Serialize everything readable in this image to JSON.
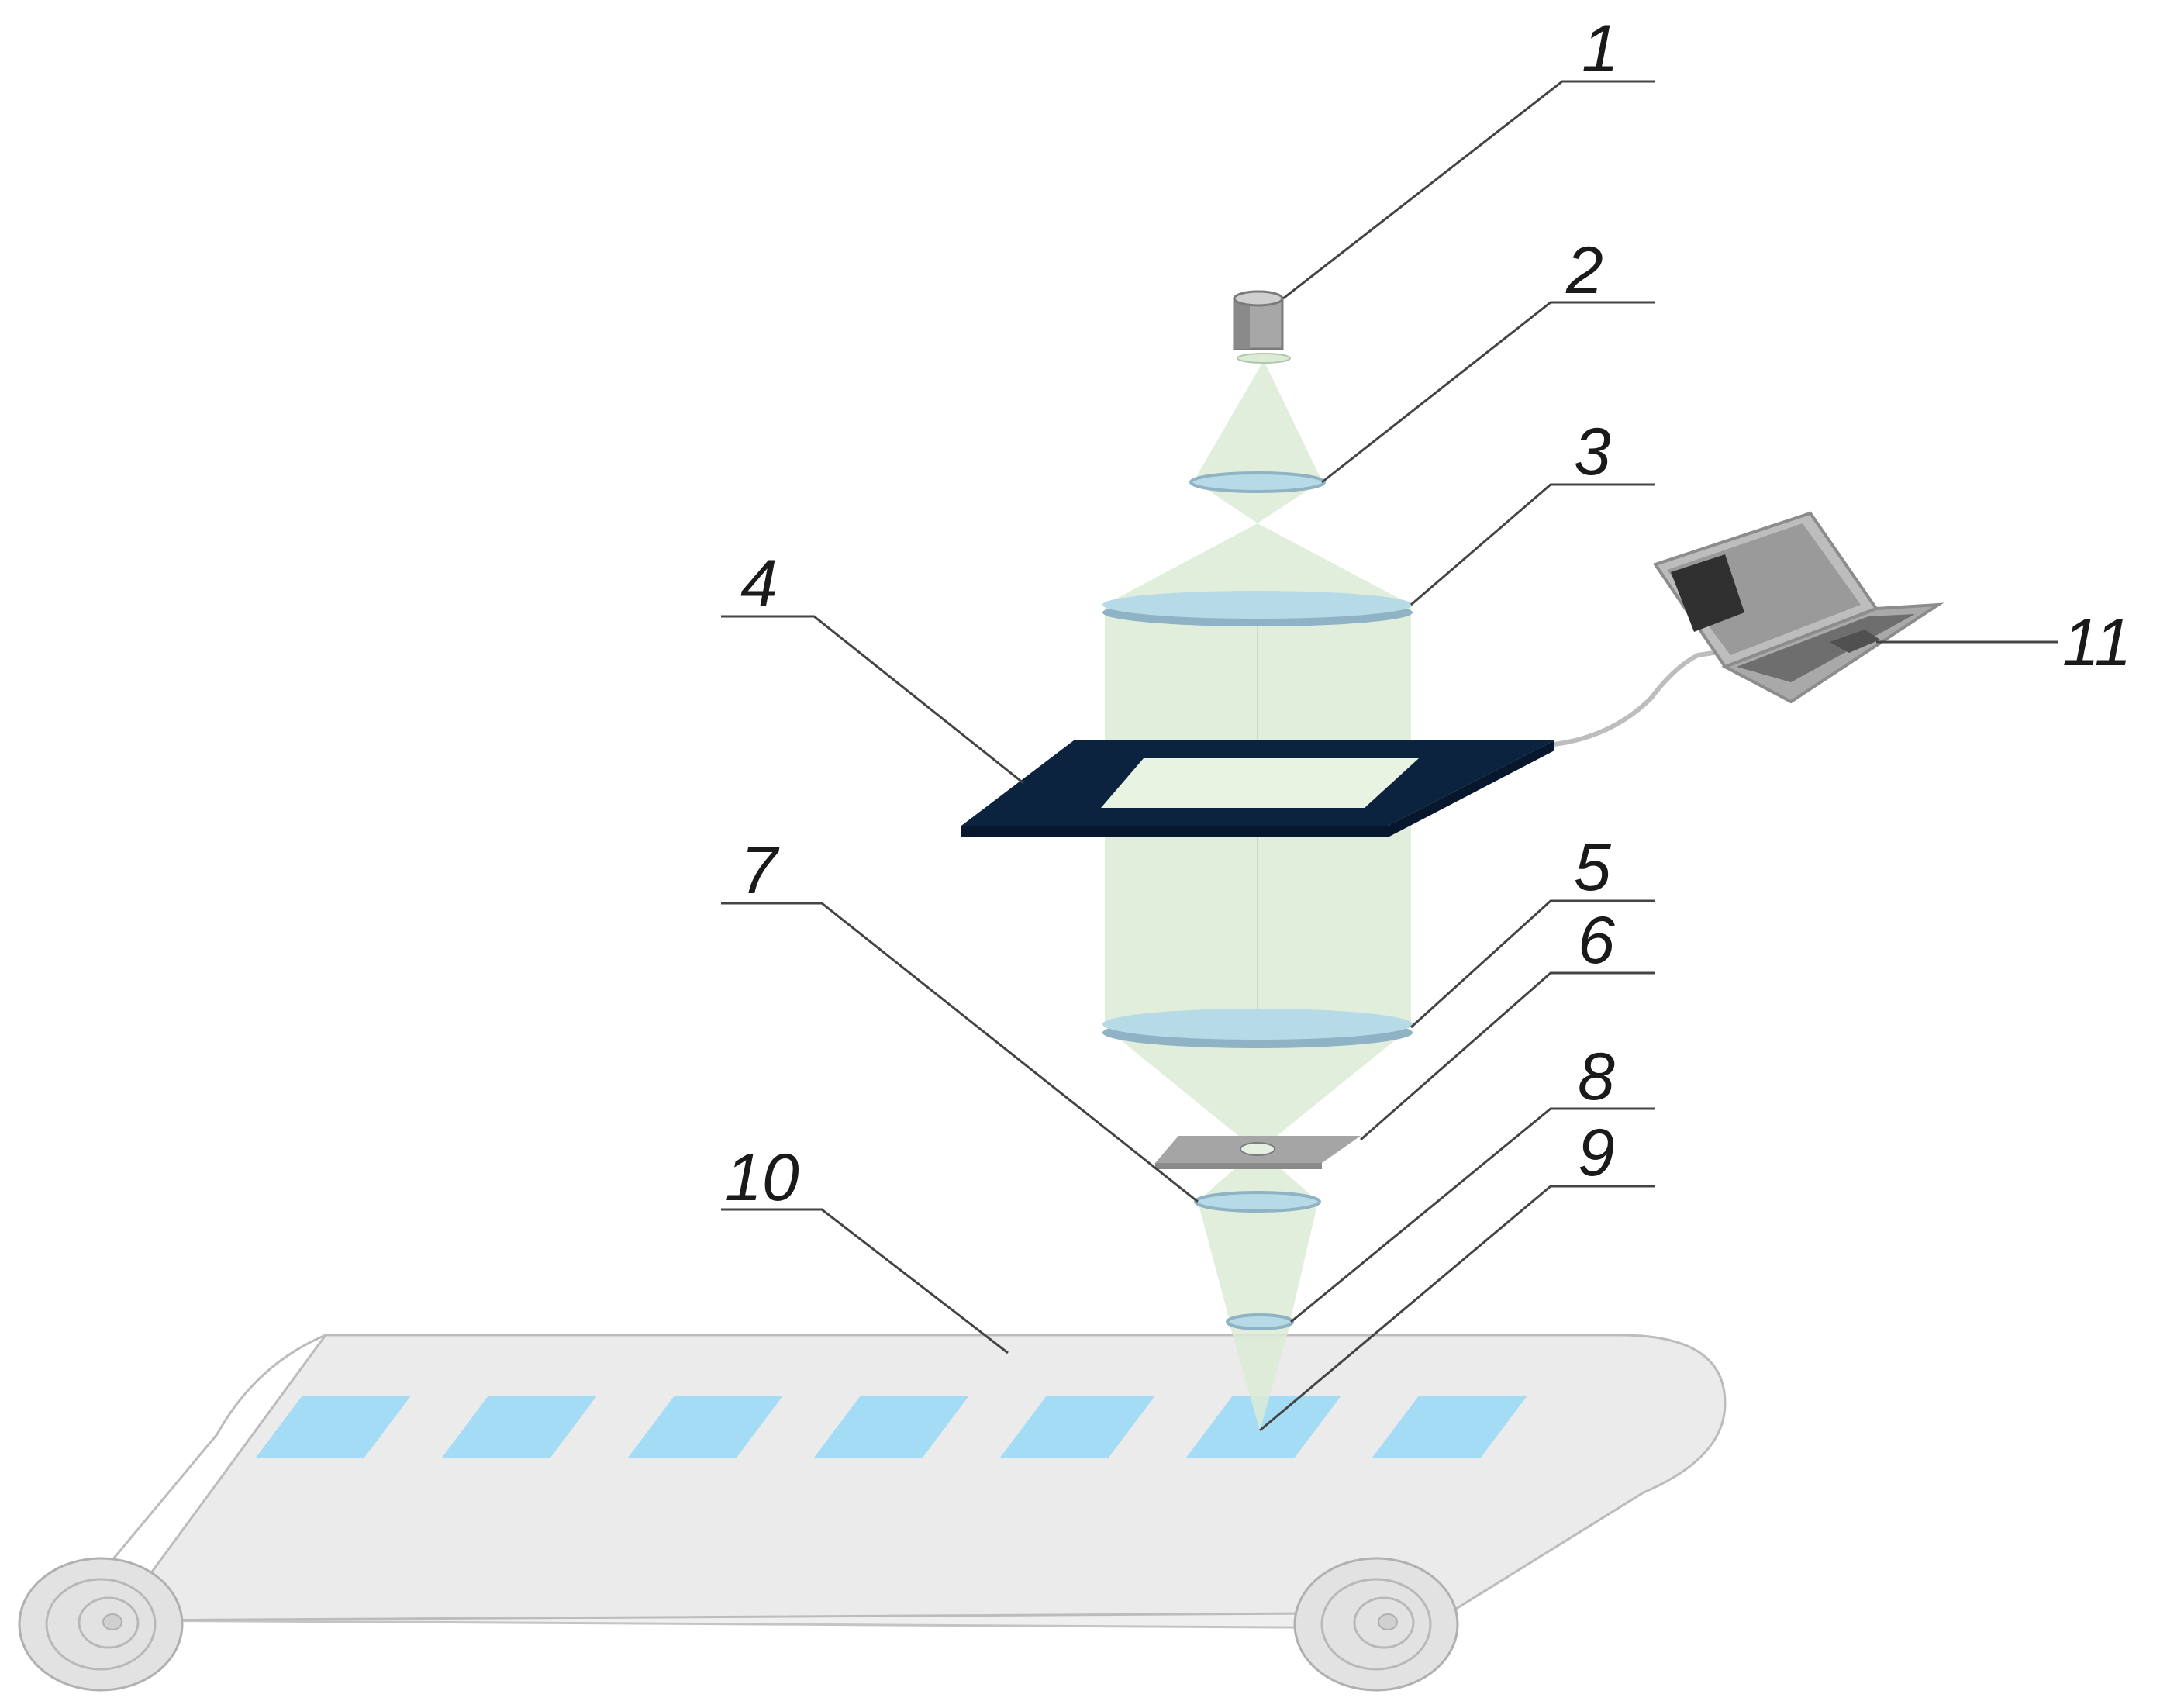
{
  "callouts": [
    {
      "id": "1",
      "label": "1"
    },
    {
      "id": "2",
      "label": "2"
    },
    {
      "id": "3",
      "label": "3"
    },
    {
      "id": "4",
      "label": "4"
    },
    {
      "id": "5",
      "label": "5"
    },
    {
      "id": "6",
      "label": "6"
    },
    {
      "id": "7",
      "label": "7"
    },
    {
      "id": "8",
      "label": "8"
    },
    {
      "id": "9",
      "label": "9"
    },
    {
      "id": "10",
      "label": "10"
    },
    {
      "id": "11",
      "label": "11"
    }
  ],
  "colors": {
    "beam": "#dcebd6",
    "lens": "#b7dbe6",
    "lens_rim": "#8fb3c4",
    "modulator_frame": "#0c2340",
    "belt": "#ececec",
    "belt_outline": "#b8b8b8",
    "samples": "#a4dcf5",
    "laptop": "#9a9a9a"
  },
  "sample_count": 7
}
